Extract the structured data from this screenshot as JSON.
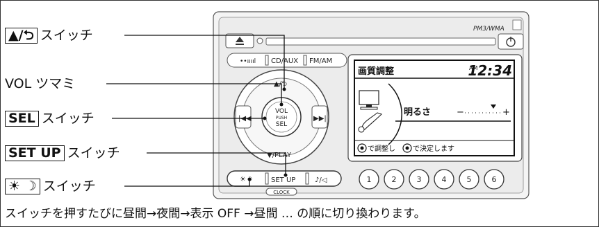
{
  "labels": {
    "eject_switch": {
      "symbol": "▲/⮌",
      "text": "スイッチ"
    },
    "vol_knob": {
      "text": "VOL ツマミ"
    },
    "sel_switch": {
      "key": "SEL",
      "text": "スイッチ"
    },
    "setup_switch": {
      "key": "SET UP",
      "text": "スイッチ"
    },
    "daynight_switch": {
      "text": "スイッチ"
    }
  },
  "device": {
    "format_label": "PM3/WMA",
    "cd_aux": "CD/AUX",
    "fm_am": "FM/AM",
    "knob_top": "▲/⮌",
    "knob_line1": "VOL",
    "knob_line2": "PUSH",
    "knob_line3": "SEL",
    "knob_bottom": "▼/PLAY",
    "setup_button": "SET UP",
    "clock_label": "CLOCK",
    "presets": [
      "1",
      "2",
      "3",
      "4",
      "5",
      "6"
    ]
  },
  "screen": {
    "title": "画質調整",
    "am": "AM",
    "time": "12:34",
    "setting": "明るさ",
    "minus": "−",
    "plus": "+",
    "hint_a": "で調整し",
    "hint_b": "で決定します"
  },
  "caption": "スイッチを押すたびに昼間→夜間→表示 OFF →昼間 … の順に切り換わります。"
}
